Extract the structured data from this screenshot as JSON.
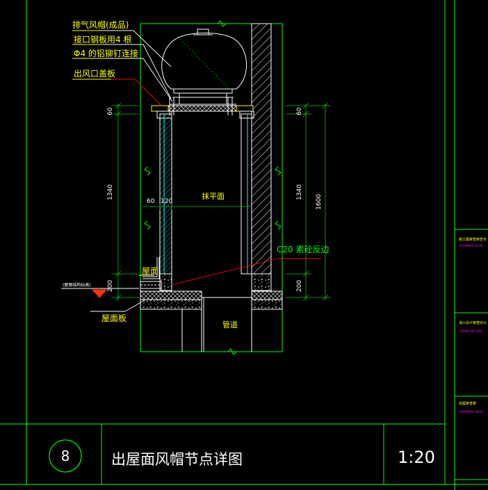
{
  "labels": {
    "exhaust_cap": "排气风帽(成品)",
    "plate_note_1": "接口钢板用4 根",
    "plate_note_2": "Φ4 的铝铆钉连接",
    "outlet_cover": "出风口盖板",
    "roof_surface": "屋面",
    "roof_slab": "屋面板",
    "structure_elev": "(屋面结构标高)",
    "concrete_curb": "C20 素砼反边",
    "plaster": "抹平面",
    "duct": "管道"
  },
  "dims": {
    "left_top": "60",
    "left_mid": "1340",
    "left_bot": "200",
    "right_top": "60",
    "right_mid": "1340",
    "right_bot": "200",
    "right_total": "1600",
    "wall_a": "60",
    "wall_b": "120"
  },
  "title_block": {
    "number": "8",
    "title": "出屋面风帽节点详图",
    "scale": "1:20"
  },
  "side_panel": {
    "stamp1_cn": "施工图审查审查专",
    "stamp1_en": "STAMPED SIGN",
    "stamp2_cn": "消火设计审查办公",
    "stamp2_en": "STAMP OF FIRE",
    "stamp3_cn": "出图审查章",
    "stamp3_en": "STAMPED SIGN"
  },
  "colors": {
    "frame_green": "#00ff00",
    "dim_green": "#00c800",
    "cyan": "#00ffff",
    "red": "#ff0000",
    "yellow": "#ffff00",
    "white": "#ffffff",
    "magenta": "#ff00ff",
    "label_yellow": "#ffff00"
  }
}
